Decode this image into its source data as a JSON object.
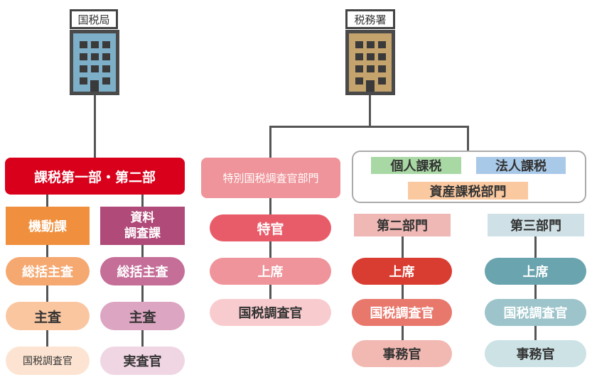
{
  "tax_bureau": {
    "label": "国税局",
    "color": "#7eafc8"
  },
  "tax_office": {
    "label": "税務署",
    "color": "#c4a36c"
  },
  "bureau_division": {
    "label": "課税第一部・第二部",
    "color": "#d9001b"
  },
  "kidou_ka": {
    "label": "機動課",
    "color": "#f0903e",
    "items": [
      {
        "label": "総括主査",
        "color": "#f5a870"
      },
      {
        "label": "主査",
        "color": "#f9c6a0"
      },
      {
        "label": "国税調査官",
        "color": "#fde4d2"
      }
    ]
  },
  "shiryou_chousa_ka": {
    "label_line1": "資料",
    "label_line2": "調査課",
    "color": "#b04a78",
    "items": [
      {
        "label": "総括主査",
        "color": "#c46e98"
      },
      {
        "label": "主査",
        "color": "#dca5c1"
      },
      {
        "label": "実査官",
        "color": "#f0d6e3"
      }
    ]
  },
  "tokubetsu": {
    "label": "特別国税調査官部門",
    "color": "#ef949a",
    "items": [
      {
        "label": "特官",
        "color": "#e85c69"
      },
      {
        "label": "上席",
        "color": "#ef949a"
      },
      {
        "label": "国税調査官",
        "color": "#f8cccf"
      }
    ]
  },
  "tax_categories": {
    "personal": {
      "label": "個人課税",
      "color": "#a8d8a3"
    },
    "corporate": {
      "label": "法人課税",
      "color": "#a9c9e8"
    },
    "asset": {
      "label": "資産課税部門",
      "color": "#fbc9a0"
    }
  },
  "dai_ni": {
    "label": "第二部門",
    "color": "#efb8b4",
    "items": [
      {
        "label": "上席",
        "color": "#d93c30"
      },
      {
        "label": "国税調査官",
        "color": "#e8786c"
      },
      {
        "label": "事務官",
        "color": "#f2b9b2"
      }
    ]
  },
  "dai_san": {
    "label": "第三部門",
    "color": "#cfe1e6",
    "items": [
      {
        "label": "上席",
        "color": "#6aa4ae"
      },
      {
        "label": "国税調査官",
        "color": "#9cc4ca"
      },
      {
        "label": "事務官",
        "color": "#cce2e5"
      }
    ]
  }
}
